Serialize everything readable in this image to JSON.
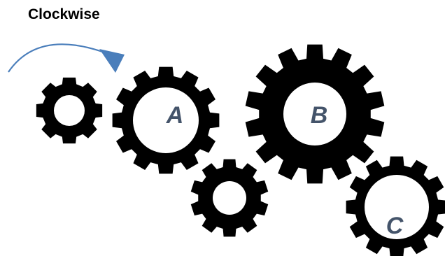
{
  "diagram": {
    "caption": "Clockwise",
    "gear_labels": {
      "a": "A",
      "b": "B",
      "c": "C"
    },
    "colors": {
      "gear": "#000000",
      "arrow": "#4a7ebb",
      "label": "#44546a",
      "background": "#ffffff"
    }
  }
}
